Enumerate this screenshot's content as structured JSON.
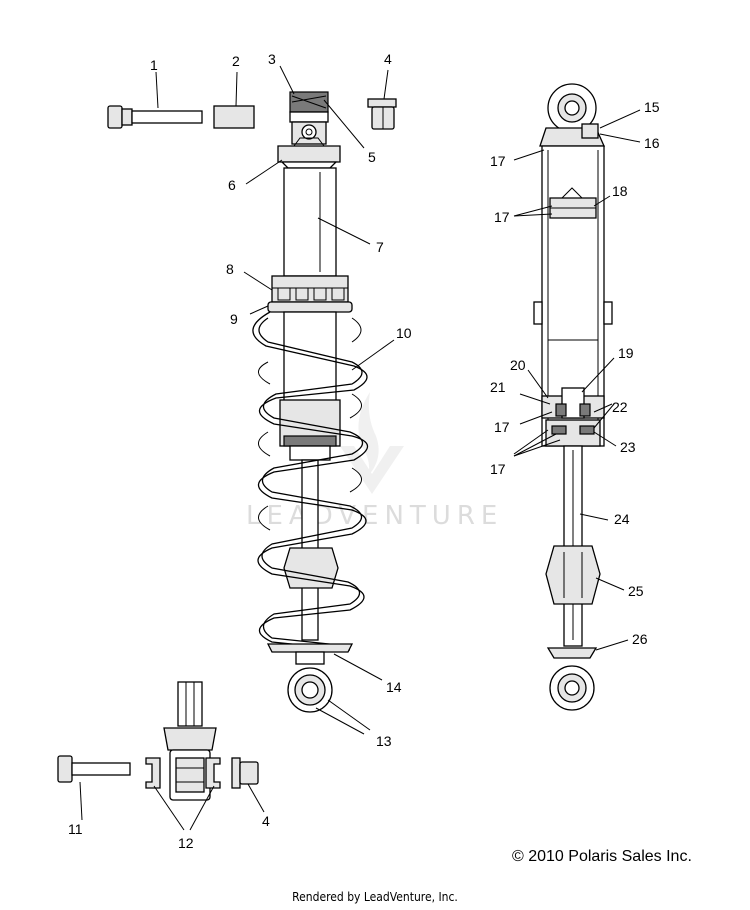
{
  "callouts": [
    "1",
    "2",
    "3",
    "4",
    "5",
    "6",
    "7",
    "8",
    "9",
    "10",
    "11",
    "12",
    "13",
    "14",
    "15",
    "16",
    "17",
    "18",
    "19",
    "20",
    "21",
    "22",
    "23",
    "24",
    "25",
    "26"
  ],
  "watermark": "LEADVENTURE",
  "copyright": "© 2010 Polaris Sales Inc.",
  "footer": "Rendered by LeadVenture, Inc."
}
